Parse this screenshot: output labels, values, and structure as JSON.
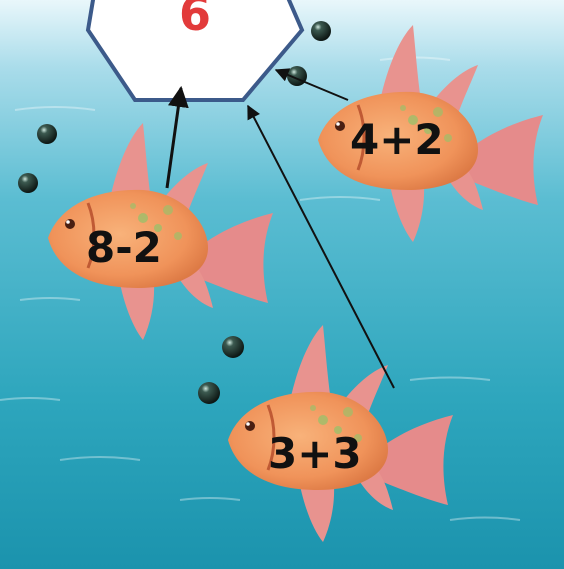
{
  "target": {
    "value": "6",
    "color": "#e23b3b"
  },
  "fish": [
    {
      "expression": "8-2"
    },
    {
      "expression": "4+2"
    },
    {
      "expression": "3+3"
    }
  ],
  "colors": {
    "water_top": "#e8f6fb",
    "water_bottom": "#1f9bb3",
    "hexagon_fill": "#ffffff",
    "hexagon_stroke": "#3c5a8a",
    "fish_body": "#f29a62",
    "fish_fin": "#e58b8b",
    "bubble": "#1c2a26"
  },
  "icons": {
    "fish": "fish-icon",
    "bubble": "bubble-icon",
    "arrow": "arrow-icon"
  }
}
